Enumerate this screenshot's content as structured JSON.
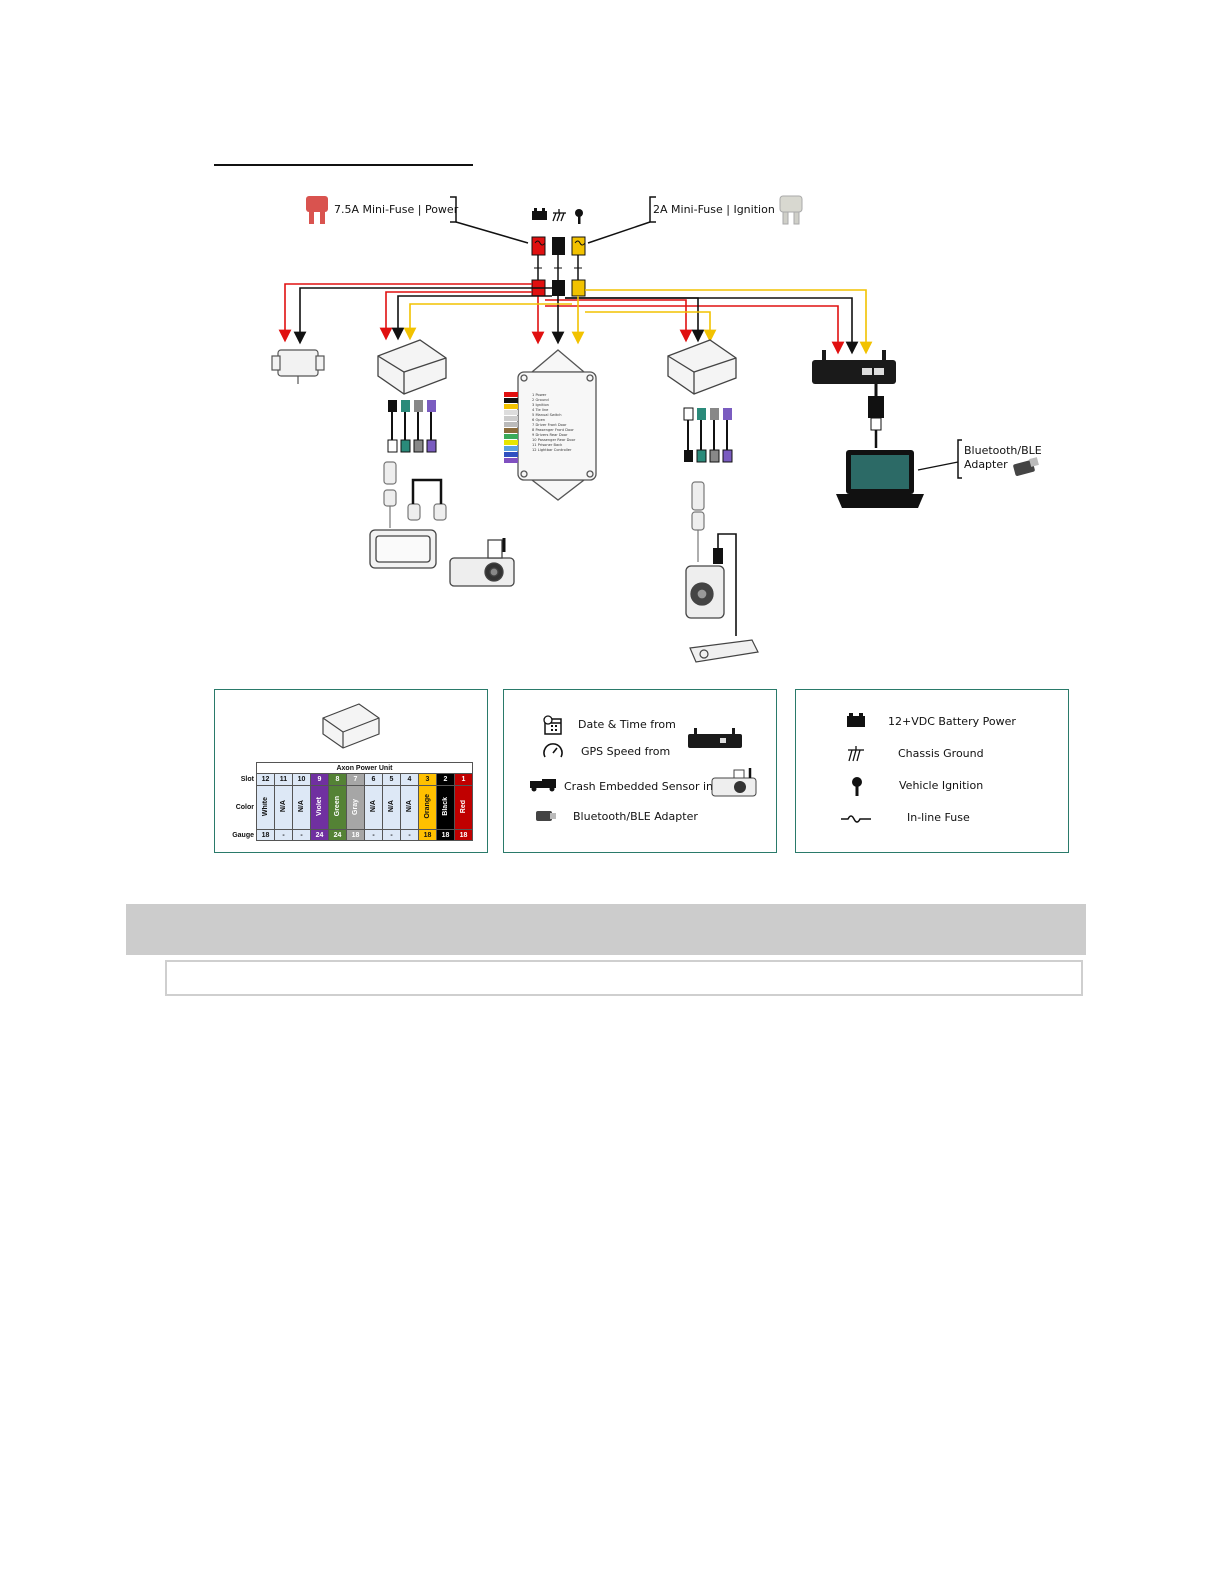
{
  "diagram": {
    "fuse_power_label": "7.5A Mini-Fuse | Power",
    "fuse_ignition_label": "2A Mini-Fuse | Ignition",
    "bluetooth_label_line1": "Bluetooth/BLE",
    "bluetooth_label_line2": "Adapter",
    "controller_pins": [
      "1",
      "2",
      "3",
      "4",
      "5",
      "6",
      "7",
      "8",
      "9",
      "10",
      "11",
      "12"
    ],
    "controller_pin_labels": [
      "Power",
      "Ground",
      "Ignition",
      "Tie line",
      "Manual Switch",
      "Open",
      "Driver Front Door",
      "Passenger Front Door",
      "Drivers Rear Door",
      "Passenger Rear Door",
      "Prisoner Back",
      "Lightbar Controller"
    ],
    "wire_colors": {
      "red": "#e01010",
      "black": "#111111",
      "yellow": "#f2c200"
    }
  },
  "table": {
    "title": "Axon Power Unit",
    "row_labels": [
      "Slot",
      "Color",
      "Gauge"
    ],
    "columns": [
      {
        "slot": "12",
        "color": "White",
        "gauge": "18",
        "bg": "#dde8f6",
        "fg": "#111"
      },
      {
        "slot": "11",
        "color": "N/A",
        "gauge": "-",
        "bg": "#dde8f6",
        "fg": "#111"
      },
      {
        "slot": "10",
        "color": "N/A",
        "gauge": "-",
        "bg": "#dde8f6",
        "fg": "#111"
      },
      {
        "slot": "9",
        "color": "Violet",
        "gauge": "24",
        "bg": "#7030a0",
        "fg": "#fff"
      },
      {
        "slot": "8",
        "color": "Green",
        "gauge": "24",
        "bg": "#548235",
        "fg": "#fff"
      },
      {
        "slot": "7",
        "color": "Gray",
        "gauge": "18",
        "bg": "#a6a6a6",
        "fg": "#fff"
      },
      {
        "slot": "6",
        "color": "N/A",
        "gauge": "-",
        "bg": "#dde8f6",
        "fg": "#111"
      },
      {
        "slot": "5",
        "color": "N/A",
        "gauge": "-",
        "bg": "#dde8f6",
        "fg": "#111"
      },
      {
        "slot": "4",
        "color": "N/A",
        "gauge": "-",
        "bg": "#dde8f6",
        "fg": "#111"
      },
      {
        "slot": "3",
        "color": "Orange",
        "gauge": "18",
        "bg": "#ffc000",
        "fg": "#111"
      },
      {
        "slot": "2",
        "color": "Black",
        "gauge": "18",
        "bg": "#000000",
        "fg": "#fff"
      },
      {
        "slot": "1",
        "color": "Red",
        "gauge": "18",
        "bg": "#c00000",
        "fg": "#fff"
      }
    ]
  },
  "features": {
    "date_time": "Date & Time from",
    "gps_speed": "GPS Speed from",
    "crash_sensor": "Crash Embedded Sensor in",
    "bluetooth": "Bluetooth/BLE Adapter"
  },
  "legend": {
    "battery": "12+VDC Battery Power",
    "ground": "Chassis Ground",
    "ignition": "Vehicle Ignition",
    "fuse": "In-line Fuse"
  }
}
